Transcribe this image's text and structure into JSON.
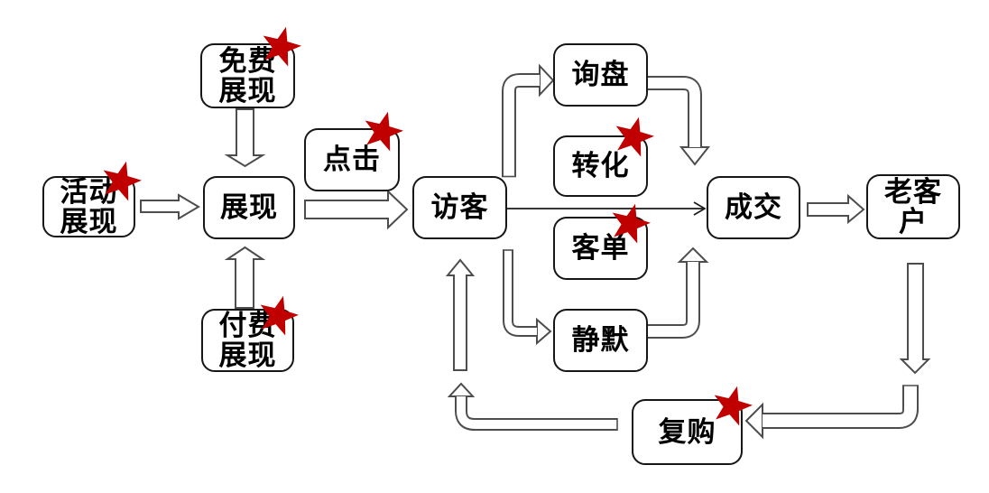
{
  "diagram": {
    "title": "",
    "nodes": [
      {
        "id": "activity-display",
        "label": "活动\n展现",
        "starred": true
      },
      {
        "id": "free-display",
        "label": "免费\n展现",
        "starred": true
      },
      {
        "id": "display",
        "label": "展现",
        "starred": false
      },
      {
        "id": "paid-display",
        "label": "付费\n展现",
        "starred": true
      },
      {
        "id": "click",
        "label": "点击",
        "starred": true
      },
      {
        "id": "visitor",
        "label": "访客",
        "starred": false
      },
      {
        "id": "inquiry",
        "label": "询盘",
        "starred": false
      },
      {
        "id": "conversion",
        "label": "转化",
        "starred": true
      },
      {
        "id": "order-value",
        "label": "客单",
        "starred": true
      },
      {
        "id": "silent",
        "label": "静默",
        "starred": false
      },
      {
        "id": "deal",
        "label": "成交",
        "starred": false
      },
      {
        "id": "old-customer",
        "label": "老客\n户",
        "starred": false
      },
      {
        "id": "repurchase",
        "label": "复购",
        "starred": true
      }
    ],
    "edges": [
      {
        "from": "activity-display",
        "to": "display",
        "style": "block-arrow"
      },
      {
        "from": "free-display",
        "to": "display",
        "style": "block-arrow"
      },
      {
        "from": "paid-display",
        "to": "display",
        "style": "block-arrow"
      },
      {
        "from": "display",
        "to": "visitor",
        "style": "block-arrow"
      },
      {
        "from": "visitor",
        "to": "inquiry",
        "style": "elbow-block-arrow"
      },
      {
        "from": "inquiry",
        "to": "deal",
        "style": "elbow-block-arrow"
      },
      {
        "from": "visitor",
        "to": "deal",
        "style": "thin-line-arrow"
      },
      {
        "from": "visitor",
        "to": "silent",
        "style": "elbow-block-arrow"
      },
      {
        "from": "silent",
        "to": "deal",
        "style": "elbow-block-arrow"
      },
      {
        "from": "deal",
        "to": "old-customer",
        "style": "block-arrow"
      },
      {
        "from": "old-customer",
        "to": "repurchase",
        "style": "elbow-block-arrow"
      },
      {
        "from": "repurchase",
        "to": "visitor",
        "style": "elbow-block-arrow"
      }
    ],
    "colors": {
      "background": "#ffffff",
      "box_fill": "#ffffff",
      "box_border": "#161616",
      "arrow_outline": "#4d4d4d",
      "star": "#c00000",
      "text": "#000000"
    }
  }
}
